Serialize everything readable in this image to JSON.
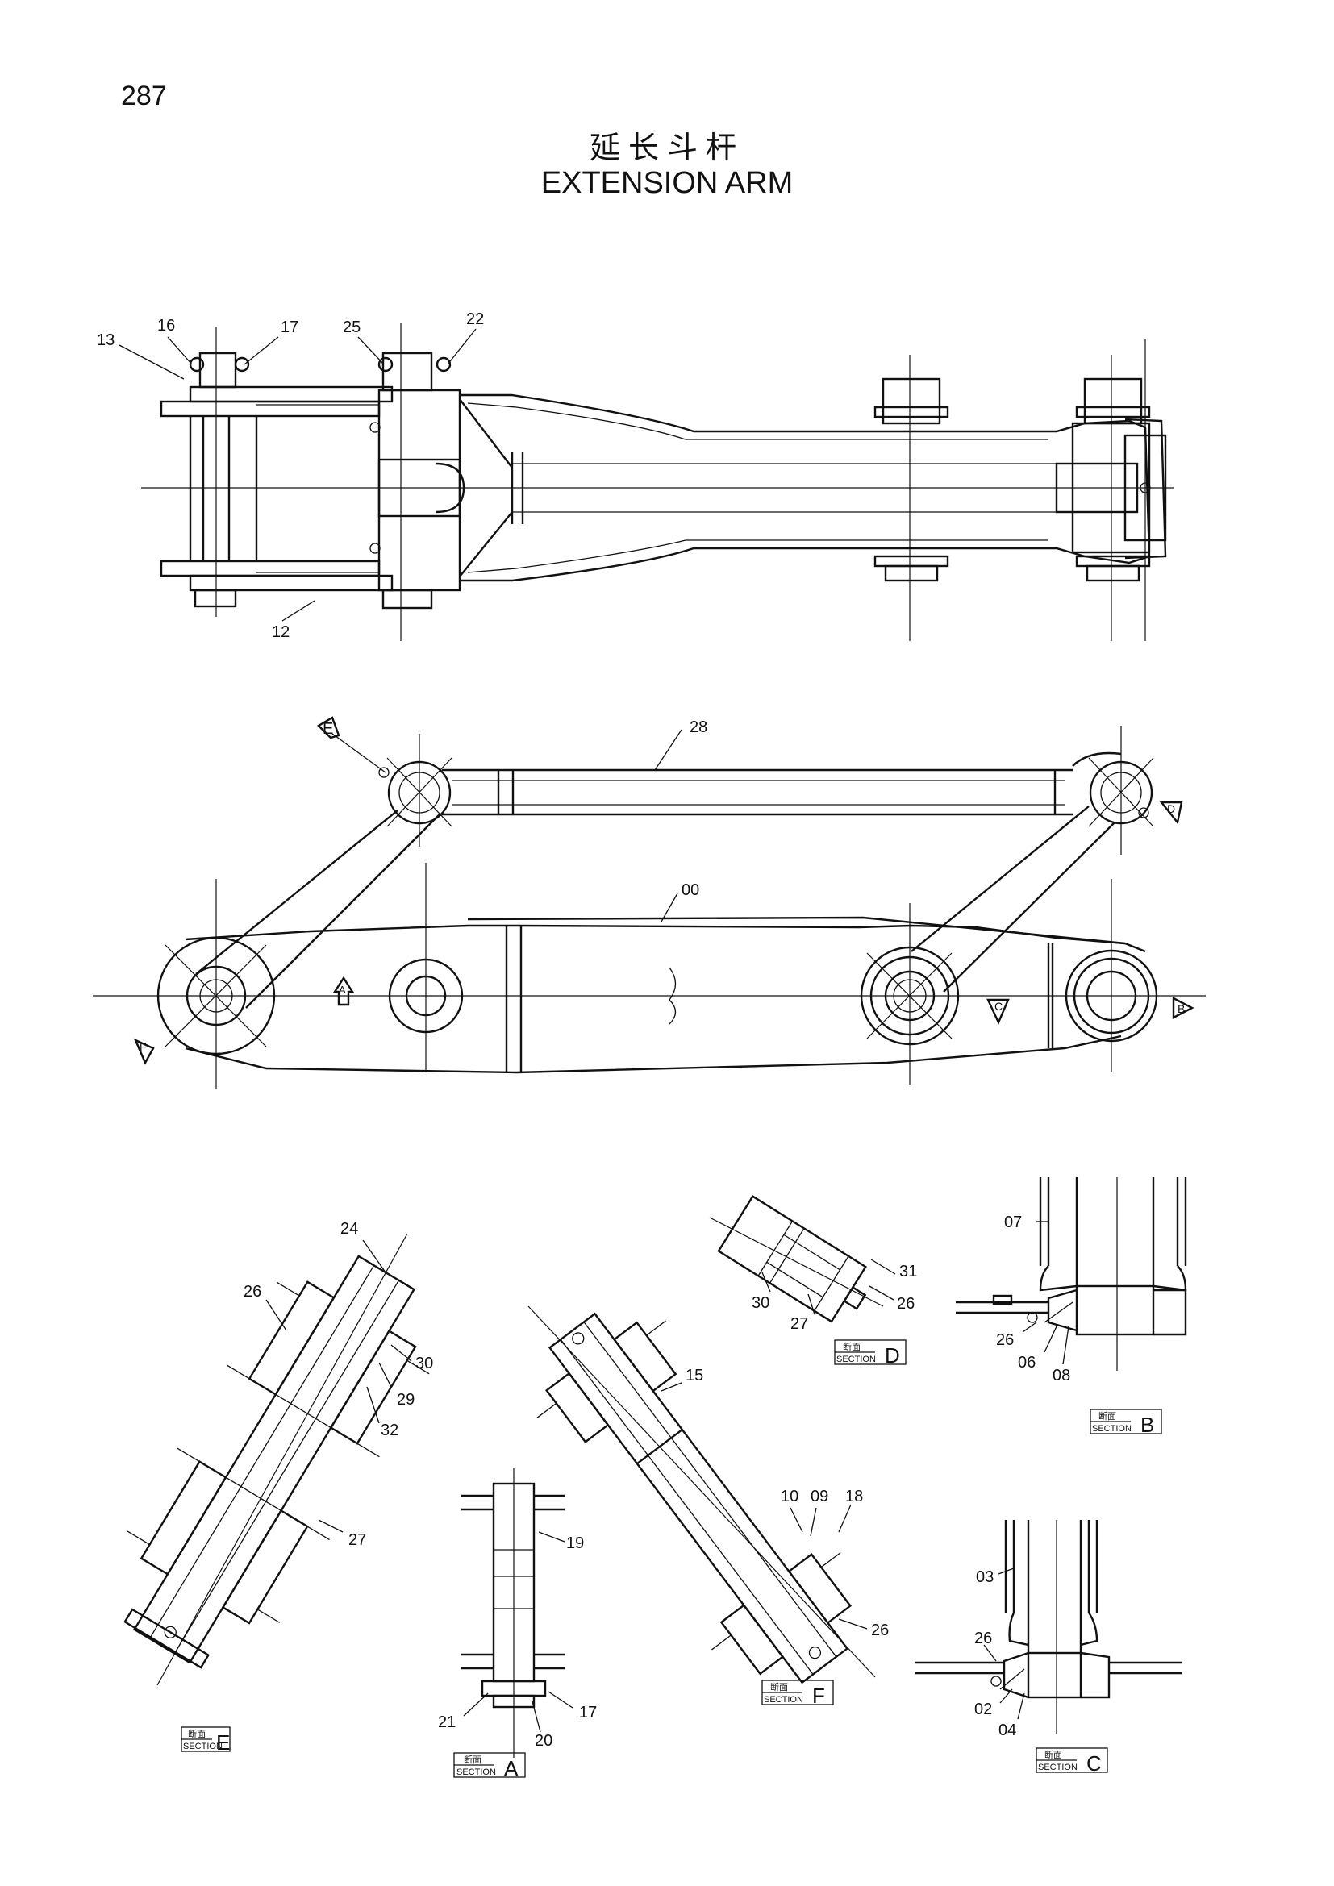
{
  "page_number": "287",
  "title_cn": "延长斗杆",
  "title_en": "EXTENSION ARM",
  "part_labels": {
    "top_view": [
      "13",
      "16",
      "17",
      "25",
      "22",
      "12"
    ],
    "side_view": [
      "28",
      "00"
    ],
    "section_e": [
      "24",
      "26",
      "30",
      "29",
      "32",
      "27"
    ],
    "section_a": [
      "19",
      "21",
      "20",
      "17"
    ],
    "section_f": [
      "15",
      "10",
      "09",
      "18",
      "26"
    ],
    "section_d": [
      "31",
      "26",
      "30",
      "27"
    ],
    "section_b": [
      "07",
      "26",
      "06",
      "08"
    ],
    "section_c": [
      "03",
      "26",
      "02",
      "04"
    ]
  },
  "section_word_cn": "断面",
  "section_word_en": "SECTION",
  "section_tags": [
    "E",
    "A",
    "F",
    "D",
    "B",
    "C"
  ],
  "view_arrows": [
    "E",
    "D",
    "A",
    "F",
    "C",
    "B"
  ],
  "stroke_color": "#111111"
}
